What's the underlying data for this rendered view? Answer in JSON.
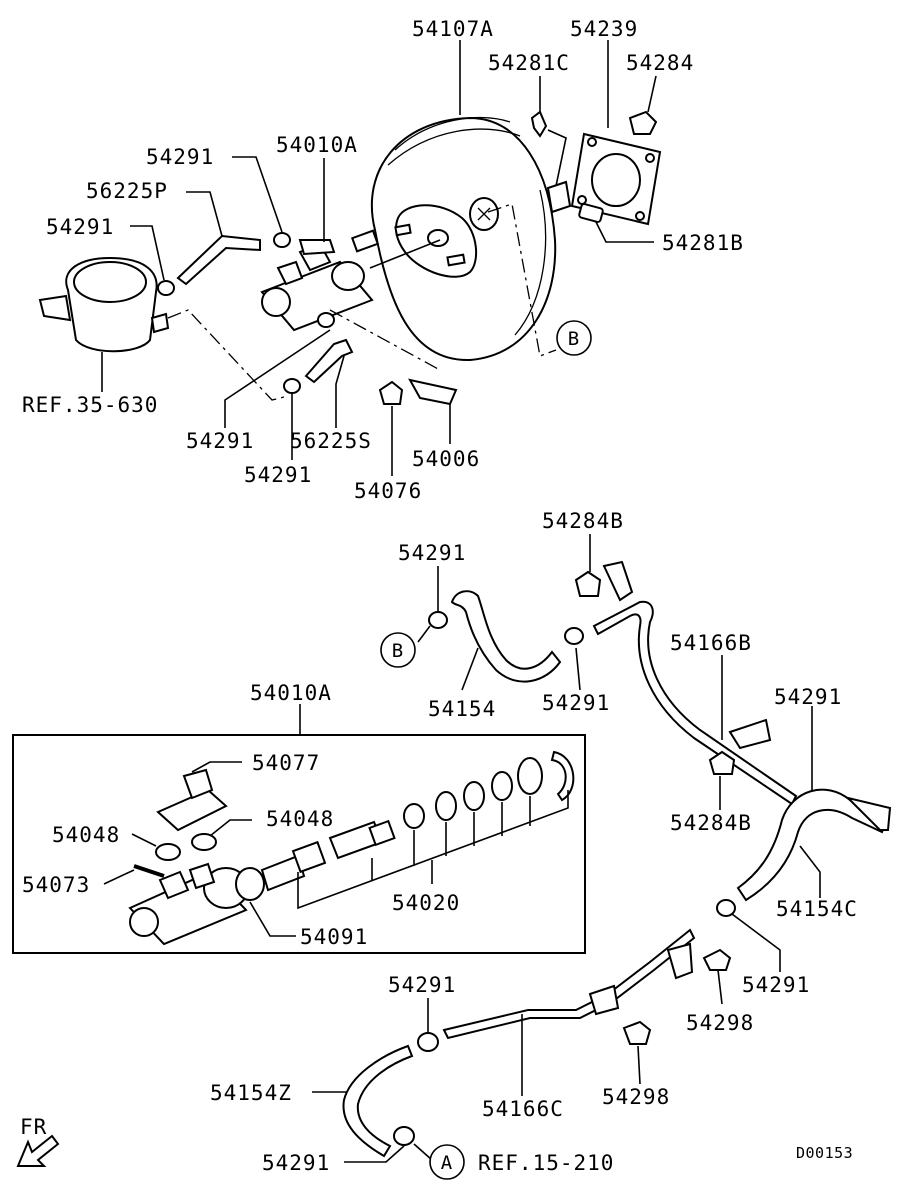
{
  "labels": {
    "p54107A": "54107A",
    "p54239": "54239",
    "p54281C": "54281C",
    "p54284": "54284",
    "p54291_a": "54291",
    "p54010A_top": "54010A",
    "p56225P": "56225P",
    "p54291_b": "54291",
    "p54281B": "54281B",
    "ref35630": "REF.35-630",
    "p54291_c": "54291",
    "p56225S": "56225S",
    "p54006": "54006",
    "p54291_d": "54291",
    "p54076": "54076",
    "p54284B_top": "54284B",
    "p54291_e": "54291",
    "p54166B": "54166B",
    "p54154": "54154",
    "p54291_f": "54291",
    "p54291_g": "54291",
    "p54284B_mid": "54284B",
    "p54010A_box": "54010A",
    "p54077": "54077",
    "p54048_l": "54048",
    "p54048_r": "54048",
    "p54073": "54073",
    "p54020": "54020",
    "p54091": "54091",
    "p54154C": "54154C",
    "p54291_h": "54291",
    "p54291_i": "54291",
    "p54298_a": "54298",
    "p54154Z": "54154Z",
    "p54166C": "54166C",
    "p54298_b": "54298",
    "p54291_j": "54291",
    "ref15210": "REF.15-210",
    "fr": "FR",
    "code": "D00153"
  },
  "callouts": {
    "b_top": "B",
    "b_mid": "B",
    "a_bottom": "A"
  }
}
